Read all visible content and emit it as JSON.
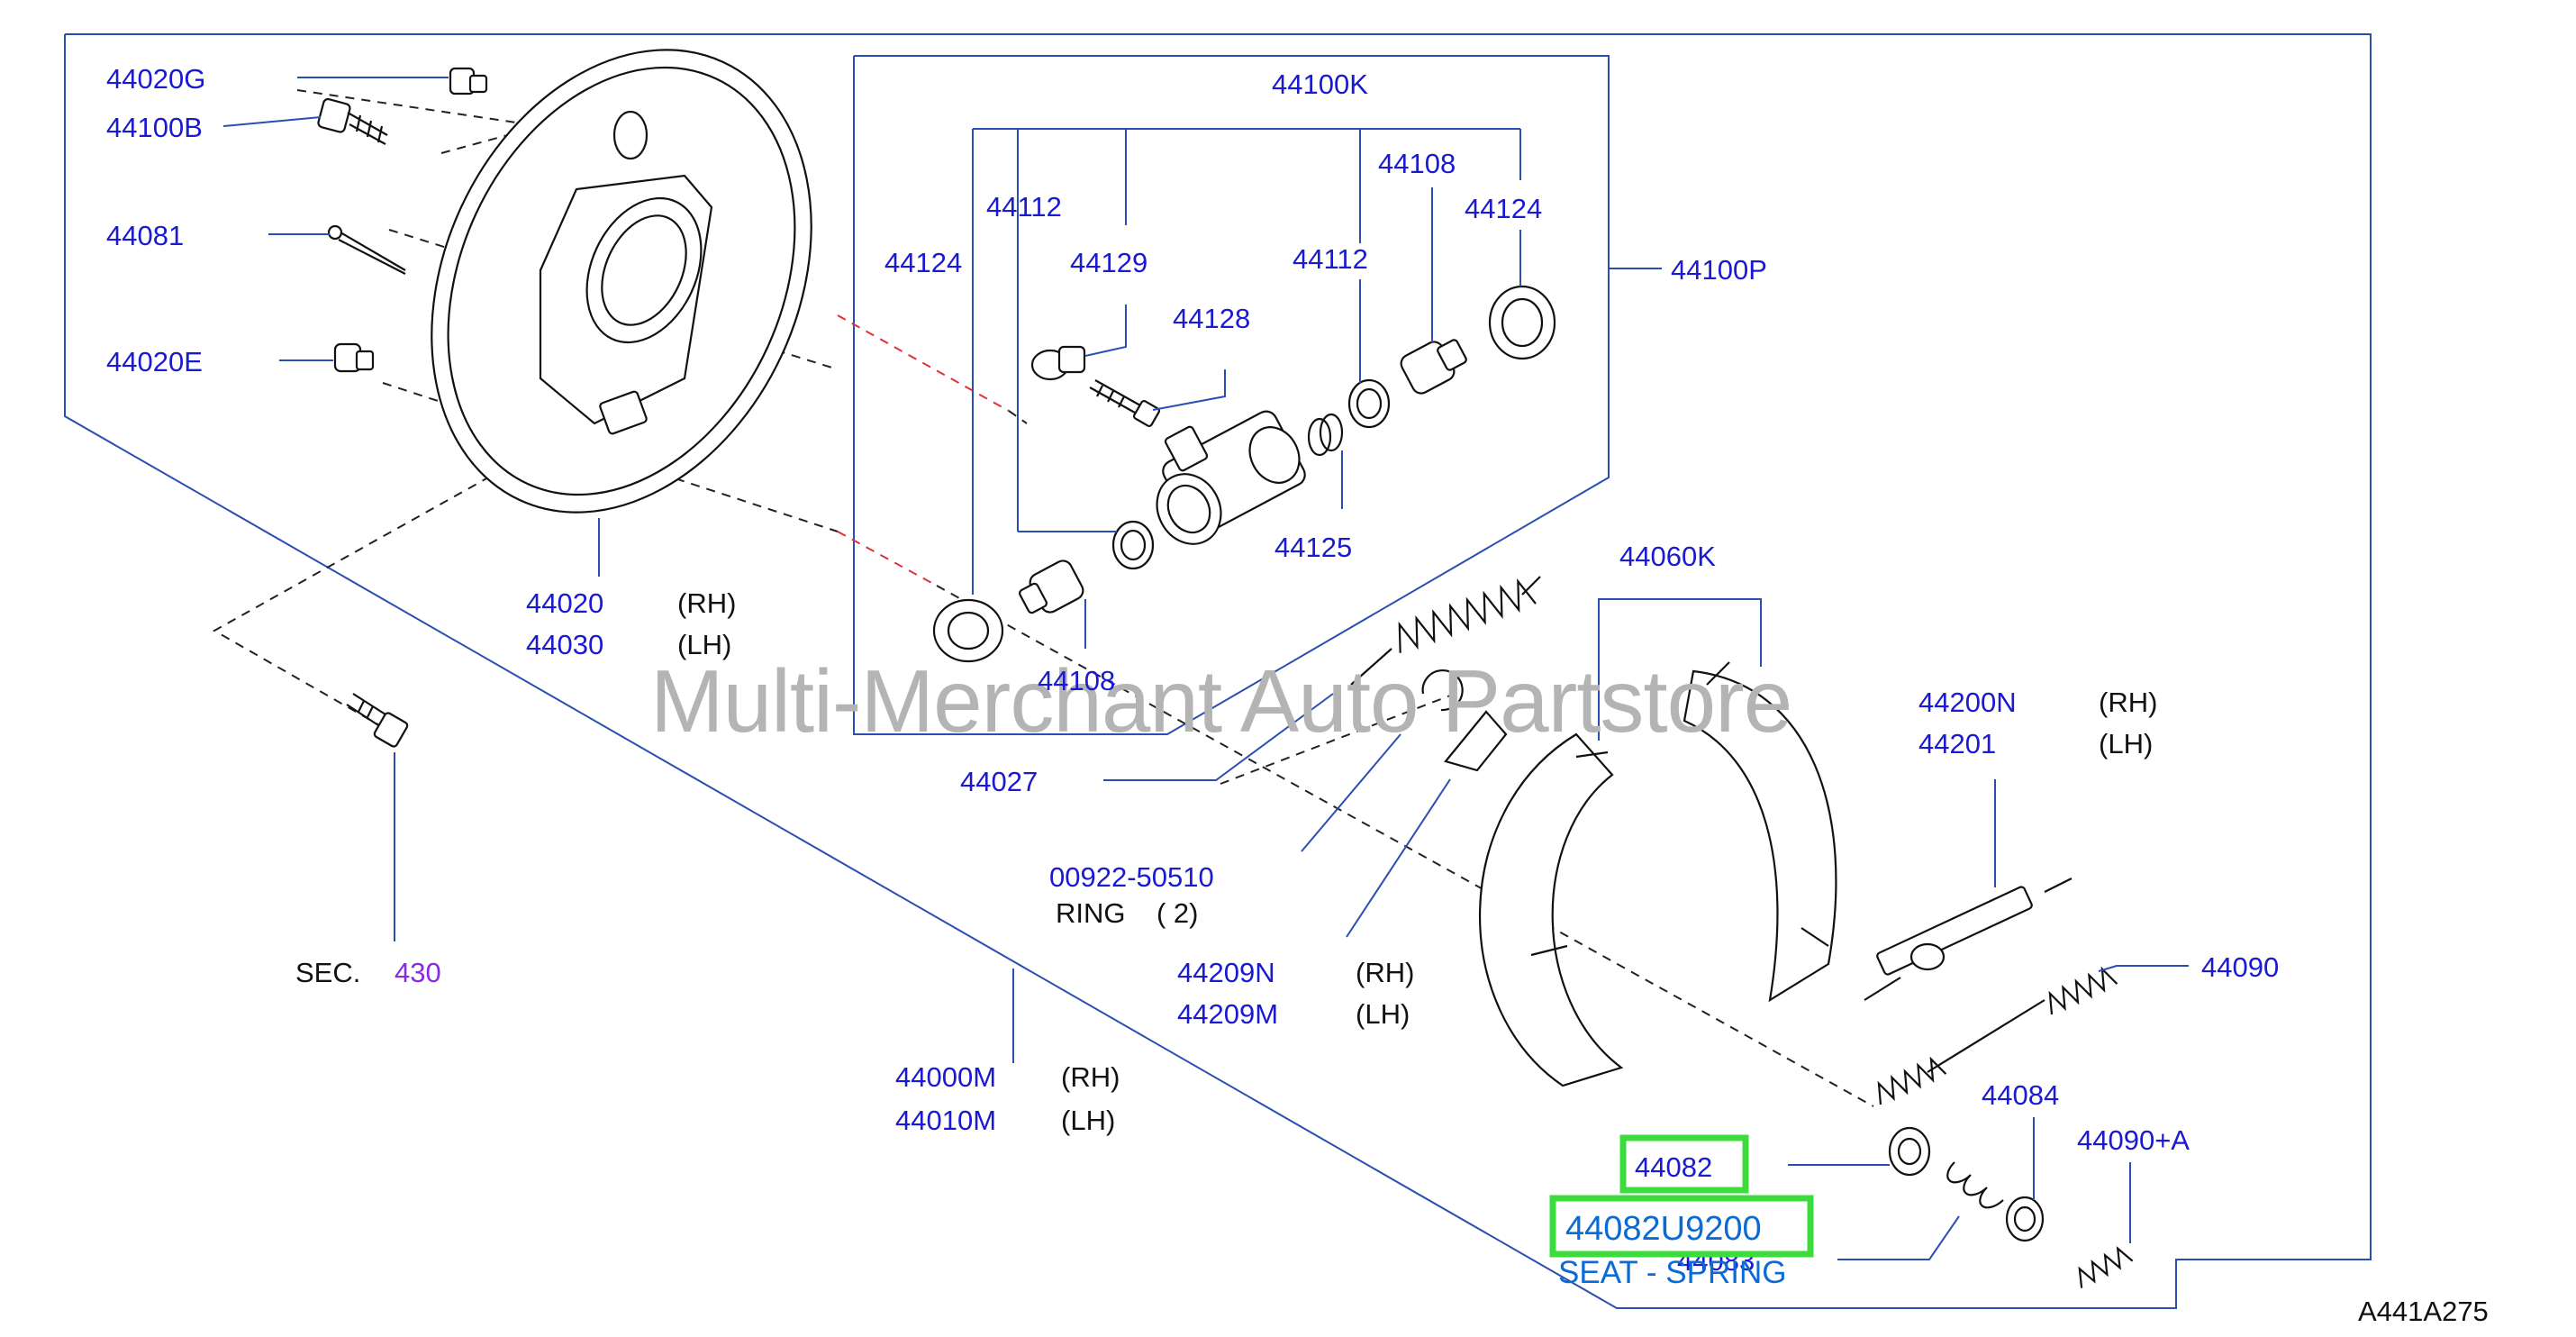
{
  "watermark": "Multi-Merchant Auto Partstore",
  "diagram_code": "A441A275",
  "parts": {
    "p44020G": "44020G",
    "p44100B": "44100B",
    "p44081": "44081",
    "p44020E": "44020E",
    "p44100K": "44100K",
    "p44112a": "44112",
    "p44124a": "44124",
    "p44129": "44129",
    "p44128": "44128",
    "p44112b": "44112",
    "p44108a": "44108",
    "p44124b": "44124",
    "p44100P": "44100P",
    "p44125": "44125",
    "p44108b": "44108",
    "p44020": "44020",
    "p44030": "44030",
    "p44027": "44027",
    "p00922": "00922-50510",
    "ring": "RING",
    "ring_qty": "( 2)",
    "p44209N": "44209N",
    "p44209M": "44209M",
    "p44060K": "44060K",
    "p44200N": "44200N",
    "p44201": "44201",
    "p44090": "44090",
    "p44084": "44084",
    "p44090A": "44090+A",
    "p44082": "44082",
    "p44083": "44083",
    "p44000M": "44000M",
    "p44010M": "44010M",
    "sec_label": "SEC.",
    "sec_num": "430"
  },
  "sides": {
    "rh1": "(RH)",
    "lh1": "(LH)",
    "rh2": "(RH)",
    "lh2": "(LH)",
    "rh3": "(RH)",
    "lh3": "(LH)",
    "rh4": "(RH)",
    "lh4": "(LH)"
  },
  "highlight": {
    "part_number": "44082U9200",
    "description": "SEAT - SPRING"
  },
  "colors": {
    "part_label": "#1a1ad0",
    "leader_line": "#2a4fb0",
    "highlight_box": "#3ddc3d",
    "highlight_text": "#0a6bd6",
    "section_ref": "#8a2be2",
    "watermark": "#b4b4b4"
  }
}
